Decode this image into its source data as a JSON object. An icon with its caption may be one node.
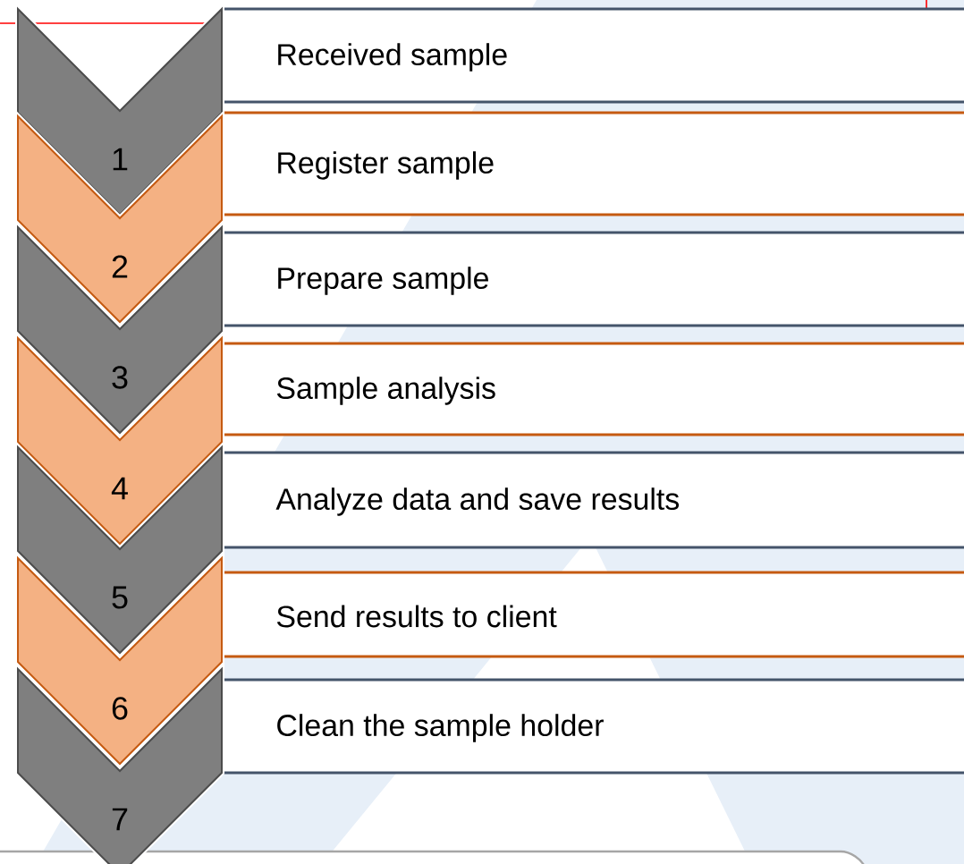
{
  "diagram": {
    "nodes": [
      {
        "text": [
          "1"
        ]
      },
      {
        "text": [
          "Received sample"
        ]
      },
      {
        "text": [
          "2"
        ]
      },
      {
        "text": [
          "Register sample"
        ]
      },
      {
        "text": [
          "3"
        ]
      },
      {
        "text": [
          "Prepare sample"
        ]
      },
      {
        "text": [
          "4"
        ]
      },
      {
        "text": [
          "Sample analysis"
        ]
      },
      {
        "text": [
          "5"
        ]
      },
      {
        "text": [
          "Analyze data and save results"
        ]
      },
      {
        "text": [
          "6"
        ]
      },
      {
        "text": [
          "Send results to client"
        ]
      },
      {
        "text": [
          "7"
        ]
      },
      {
        "text": [
          "Clean the sample holder"
        ]
      }
    ]
  }
}
